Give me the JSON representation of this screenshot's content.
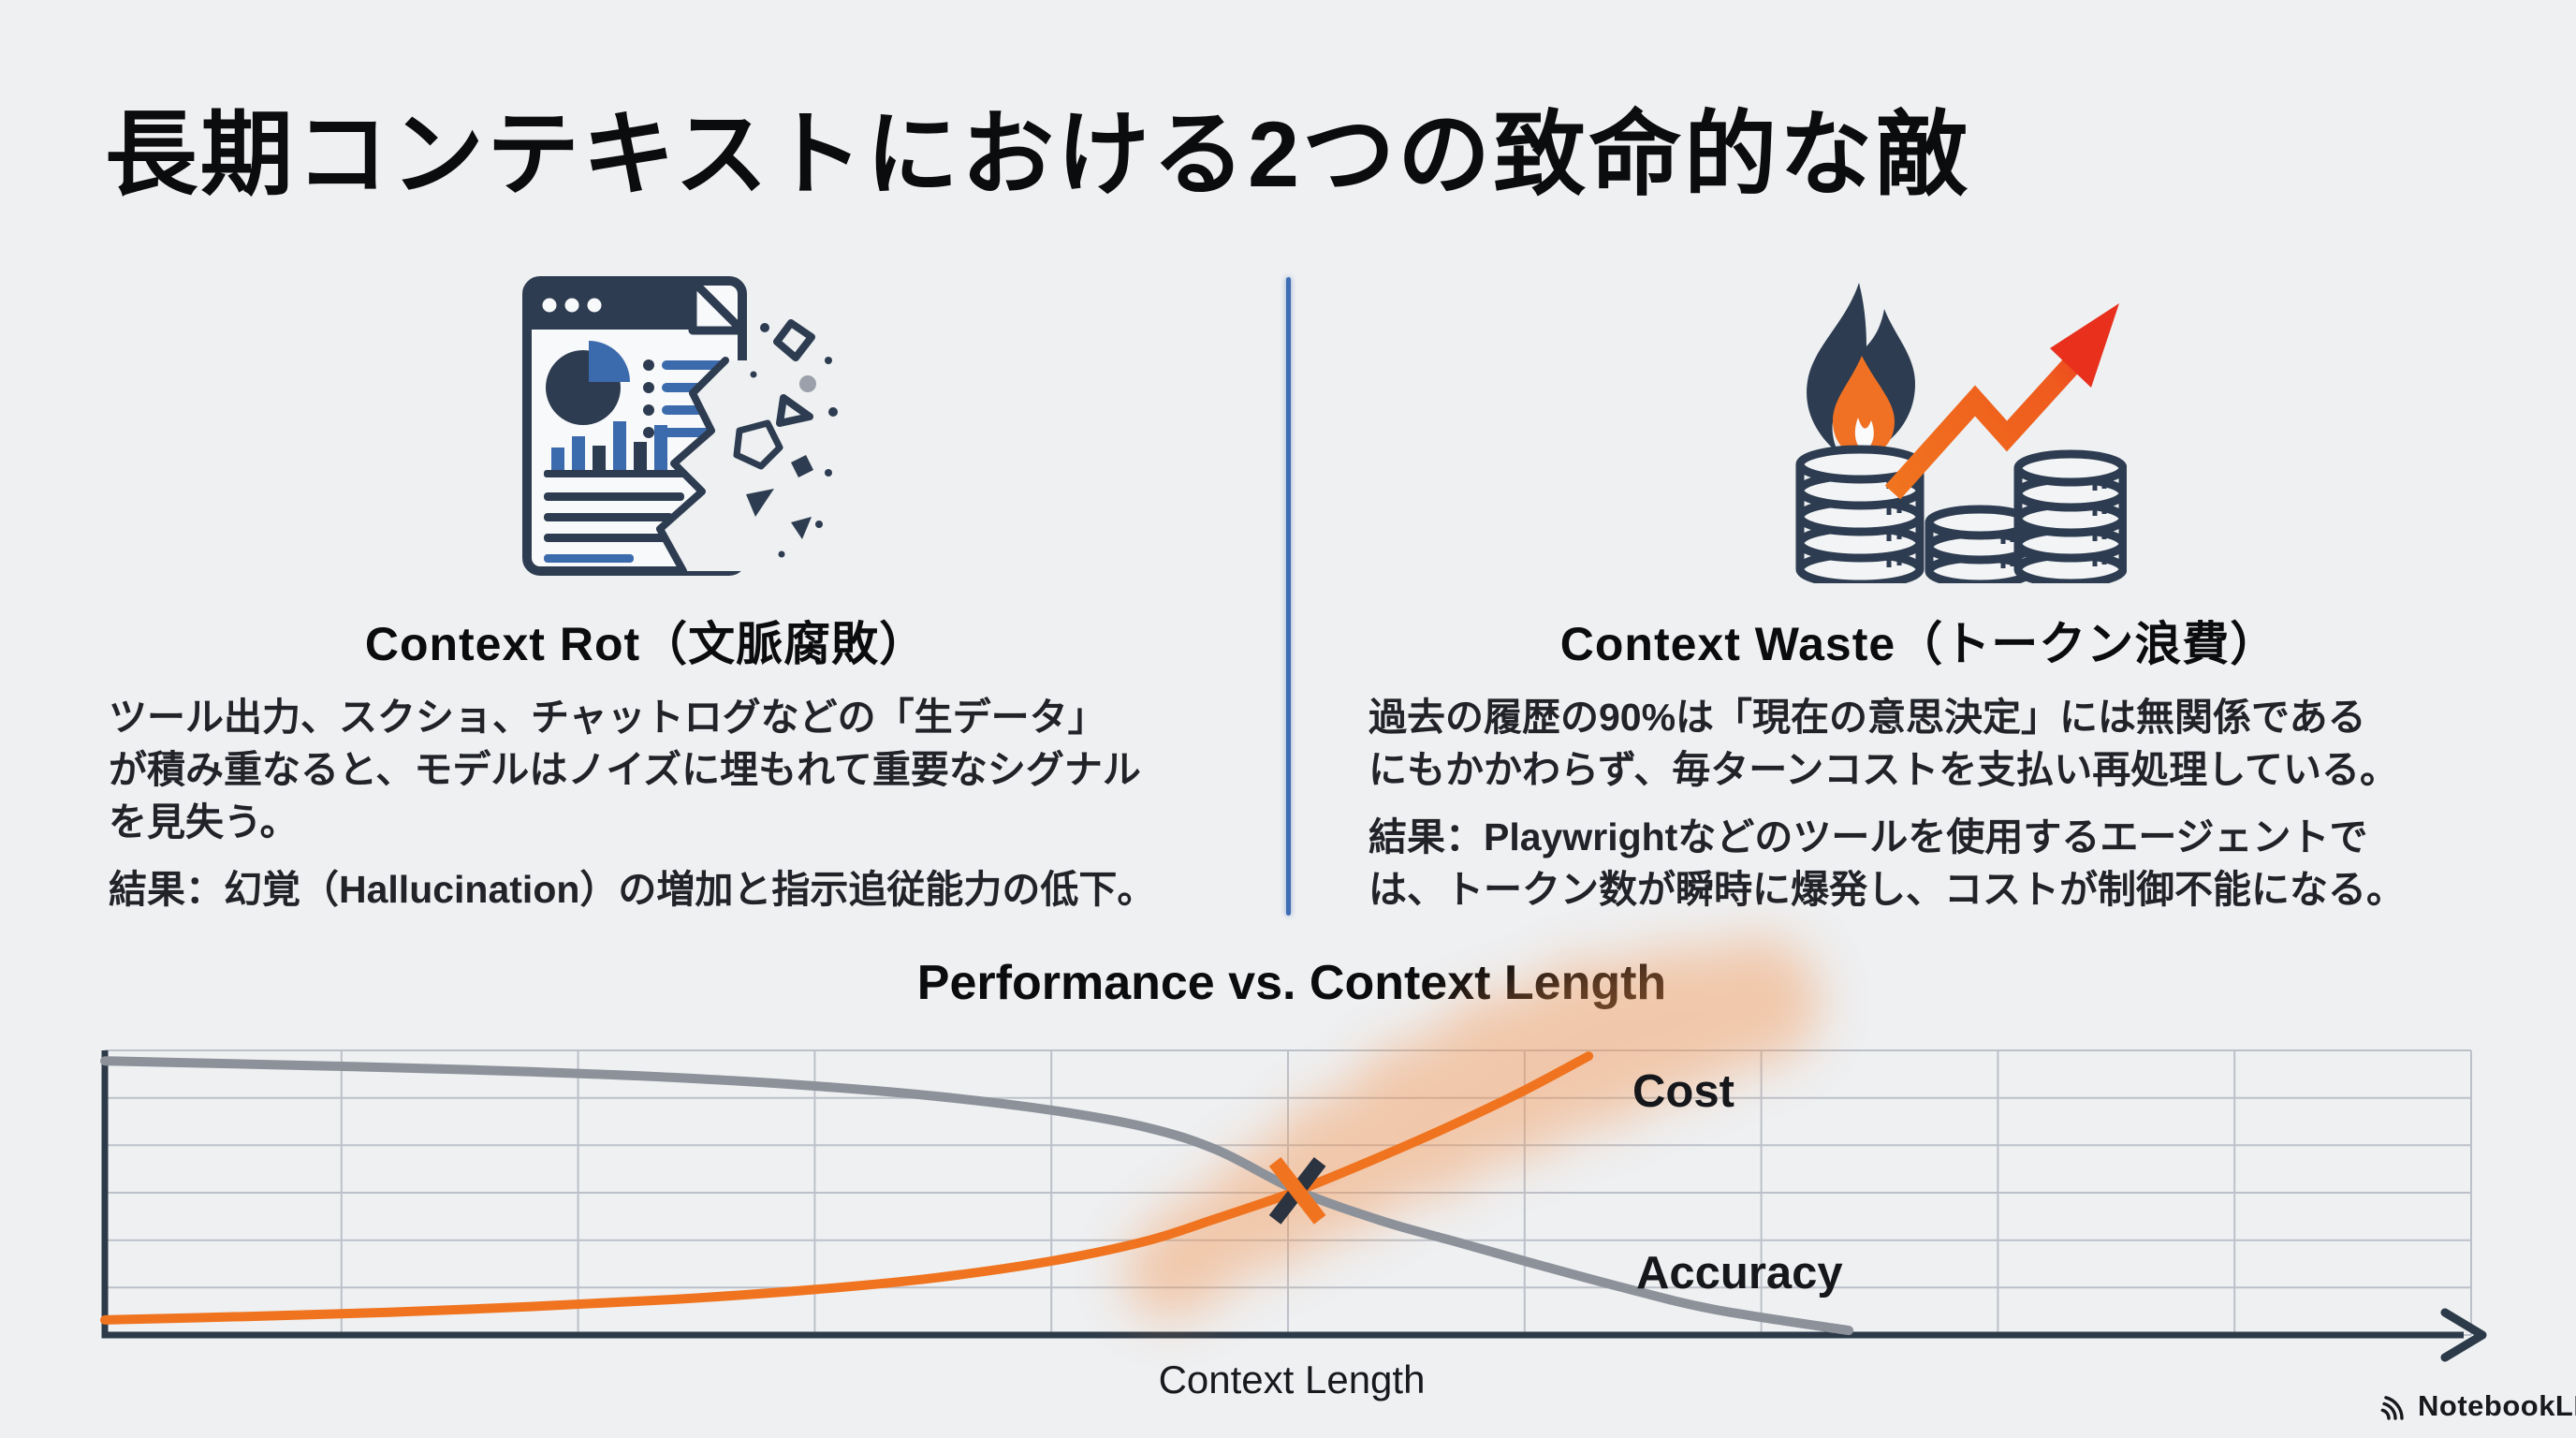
{
  "slide": {
    "title": "長期コンテキストにおける2つの致命的な敵"
  },
  "left_panel": {
    "icon": "broken-report-icon",
    "heading": "Context Rot（文脈腐敗）",
    "para1_lines": [
      "ツール出力、スクショ、チャットログなどの「生データ」",
      "が積み重なると、モデルはノイズに埋もれて重要なシグナル",
      "を見失う。"
    ],
    "para2_lines": [
      "結果：幻覚（Hallucination）の増加と指示追従能力の低下。"
    ]
  },
  "right_panel": {
    "icon": "burning-cost-icon",
    "heading": "Context Waste（トークン浪費）",
    "para1_lines": [
      "過去の履歴の90%は「現在の意思決定」には無関係である",
      "にもかかわらず、毎ターンコストを支払い再処理している。"
    ],
    "para2_lines": [
      "結果：Playwrightなどのツールを使用するエージェントで",
      "は、トークン数が瞬時に爆発し、コストが制御不能になる。"
    ]
  },
  "chart_data": {
    "type": "line",
    "title": "Performance vs. Context Length",
    "xlabel": "Context Length",
    "ylabel": "",
    "x_ticks": [],
    "y_ticks": [],
    "ylim": [
      0,
      1
    ],
    "grid": {
      "cols": 10,
      "rows": 6,
      "visible": true
    },
    "legend_position": "inline-labels",
    "series": [
      {
        "name": "Cost",
        "color": "#f0741f",
        "x": [
          0,
          0.06,
          0.12,
          0.18,
          0.24,
          0.3,
          0.35,
          0.4,
          0.44,
          0.47,
          0.504,
          0.54,
          0.57,
          0.6,
          0.627
        ],
        "y": [
          0.053,
          0.065,
          0.08,
          0.1,
          0.125,
          0.16,
          0.2,
          0.26,
          0.33,
          0.41,
          0.507,
          0.63,
          0.74,
          0.86,
          0.98
        ]
      },
      {
        "name": "Accuracy",
        "color": "#8d929a",
        "x": [
          0,
          0.06,
          0.12,
          0.18,
          0.24,
          0.3,
          0.35,
          0.4,
          0.44,
          0.47,
          0.504,
          0.54,
          0.57,
          0.6,
          0.64,
          0.68,
          0.737
        ],
        "y": [
          0.963,
          0.952,
          0.94,
          0.925,
          0.905,
          0.875,
          0.84,
          0.79,
          0.73,
          0.65,
          0.507,
          0.4,
          0.33,
          0.26,
          0.17,
          0.09,
          0.016
        ]
      }
    ],
    "crossing": {
      "x": 0.504,
      "y": 0.507
    },
    "annotations": [
      "x-marker-at-cost-accuracy-crossing",
      "orange-glow-along-cost-curve"
    ]
  },
  "footer": {
    "brand": "NotebookLM"
  }
}
